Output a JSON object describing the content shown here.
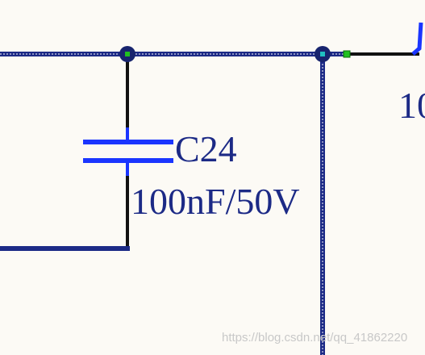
{
  "schematic": {
    "component": {
      "designator": "C24",
      "value": "100nF/50V"
    },
    "partial_label": "10",
    "colors": {
      "background": "#fcfaf5",
      "wire_selected": "#1c2a86",
      "wire": "#111111",
      "capacitor": "#1a35ff",
      "junction": "#18246e",
      "handle_green": "#20c020",
      "handle_cyan": "#20c0c0"
    }
  },
  "watermark": "https://blog.csdn.net/qq_41862220"
}
